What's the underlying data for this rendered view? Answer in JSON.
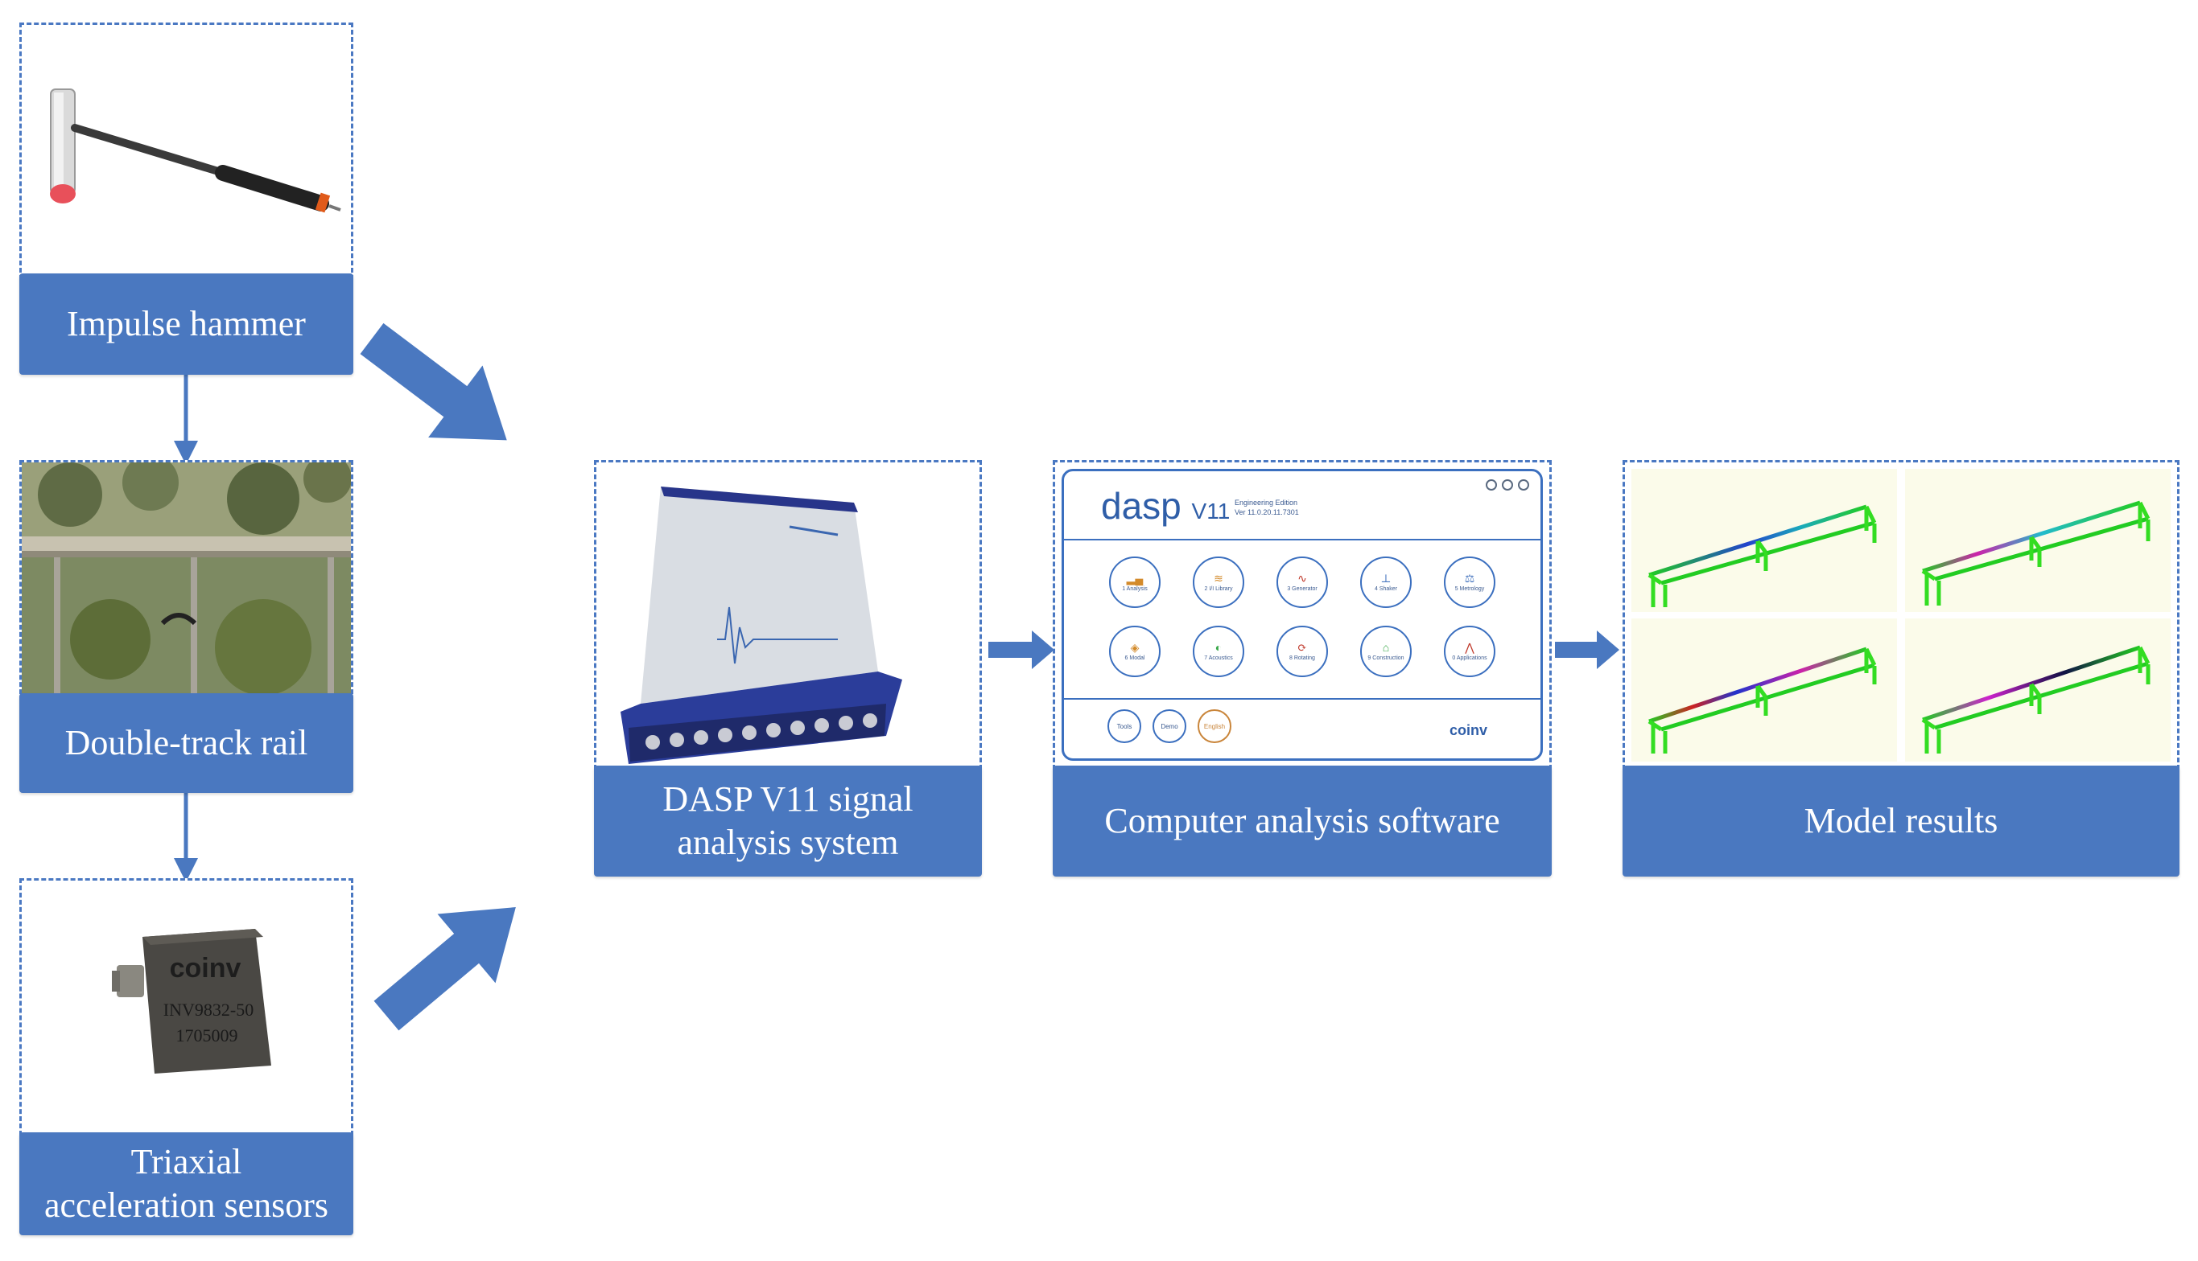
{
  "labels": {
    "hammer": "Impulse hammer",
    "rail": "Double-track rail",
    "sensor_line1": "Triaxial",
    "sensor_line2": "acceleration sensors",
    "daq_line1": "DASP V11 signal",
    "daq_line2": "analysis system",
    "software": "Computer analysis software",
    "results": "Model results"
  },
  "sensor_photo": {
    "brand": "coinv",
    "model": "INV9832-50",
    "serial": "1705009"
  },
  "software_screen": {
    "logo": "dasp",
    "version": "V11",
    "edition": "Engineering Edition",
    "build": "Ver 11.0.20.11.7301",
    "modules": [
      "1 Analysis",
      "2 I/I Library",
      "3 Generator",
      "4 Shaker",
      "5 Metrology",
      "6 Modal",
      "7 Acoustics",
      "8 Rotating",
      "9 Construction",
      "0 Applications"
    ],
    "bottom_buttons": [
      "Tools",
      "Demo",
      "English"
    ],
    "brand": "coinv"
  },
  "colors": {
    "accent_blue": "#4a78c0",
    "dashed_border": "#4a78c2",
    "model_frame_green": "#33dd22"
  }
}
